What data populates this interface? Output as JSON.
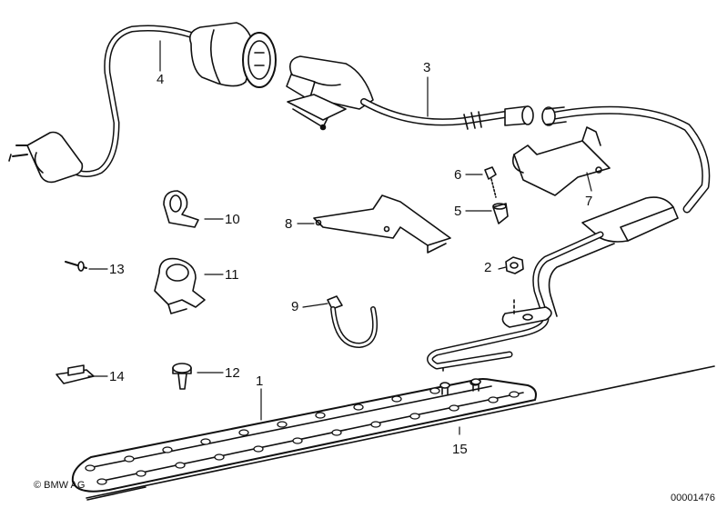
{
  "diagram": {
    "labels": [
      {
        "key": "1",
        "text": "1"
      },
      {
        "key": "2",
        "text": "2"
      },
      {
        "key": "3",
        "text": "3"
      },
      {
        "key": "4",
        "text": "4"
      },
      {
        "key": "5",
        "text": "5"
      },
      {
        "key": "6",
        "text": "6"
      },
      {
        "key": "7",
        "text": "7"
      },
      {
        "key": "8",
        "text": "8"
      },
      {
        "key": "9",
        "text": "9"
      },
      {
        "key": "10",
        "text": "10"
      },
      {
        "key": "11",
        "text": "11"
      },
      {
        "key": "12",
        "text": "12"
      },
      {
        "key": "13",
        "text": "13"
      },
      {
        "key": "14",
        "text": "14"
      },
      {
        "key": "15",
        "text": "15"
      }
    ]
  },
  "footer": {
    "copyright": "© BMW AG",
    "figure_id": "00001476"
  },
  "colors": {
    "line": "#111111",
    "background": "#ffffff"
  }
}
